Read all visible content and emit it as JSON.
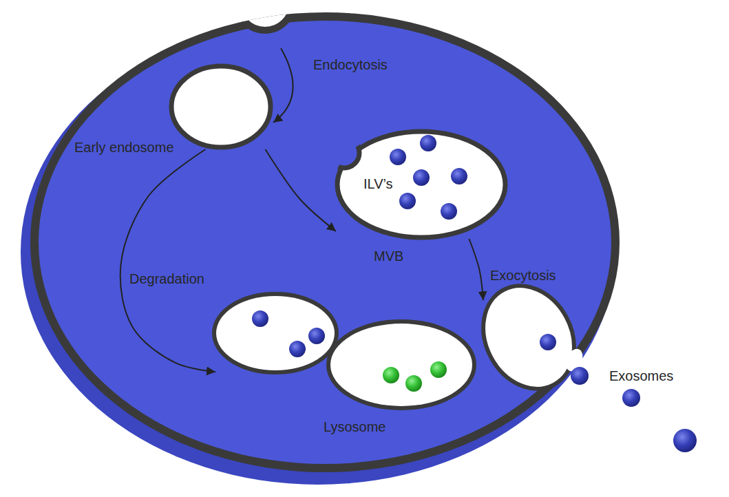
{
  "diagram": {
    "nodes": [
      {
        "text": [
          "Early endosome"
        ]
      },
      {
        "text": [
          "ILV’s",
          "MVB"
        ]
      },
      {
        "text": [
          "Lysosome"
        ]
      },
      {
        "text": [
          "Exocytosis"
        ]
      }
    ],
    "edges": [
      {
        "from": 0,
        "to": 1,
        "arrow": "to"
      },
      {
        "from": 0,
        "to": 2,
        "label": "Degradation",
        "arrow": "to"
      },
      {
        "from": 1,
        "to": 3,
        "arrow": "to"
      }
    ],
    "labels": [
      "Endocytosis",
      "Exosomes"
    ]
  }
}
